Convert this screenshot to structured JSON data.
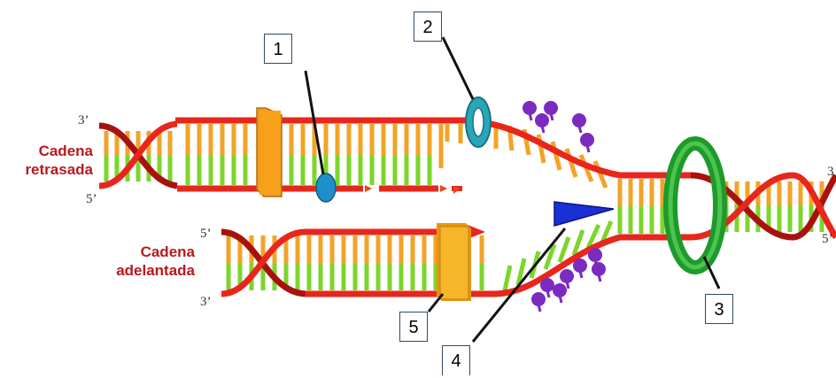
{
  "labels": {
    "lagging": [
      "Cadena",
      "retrasada"
    ],
    "leading": [
      "Cadena",
      "adelantada"
    ]
  },
  "ends": {
    "lagging_top_3": "3’",
    "lagging_bottom_5": "5’",
    "leading_top_5": "5’",
    "leading_bottom_3": "3’",
    "right_top_3": "3",
    "right_bottom_5": "5’"
  },
  "numbers": {
    "n1": "1",
    "n2": "2",
    "n3": "3",
    "n4": "4",
    "n5": "5"
  },
  "colors": {
    "backbone": "#e8261b",
    "backbone_dark": "#a8120c",
    "base_orange": "#f2a326",
    "base_green": "#7dd52a",
    "ssb_protein": "#7c2bbf",
    "helicase": "#1e9a2c",
    "clamp": "#2aa6b8",
    "primase": "#1a2fd6",
    "polymerase": "#f7a11b",
    "ligase": "#1e8fc8",
    "label_red": "#b8191e",
    "box_border": "#2f4a68"
  }
}
